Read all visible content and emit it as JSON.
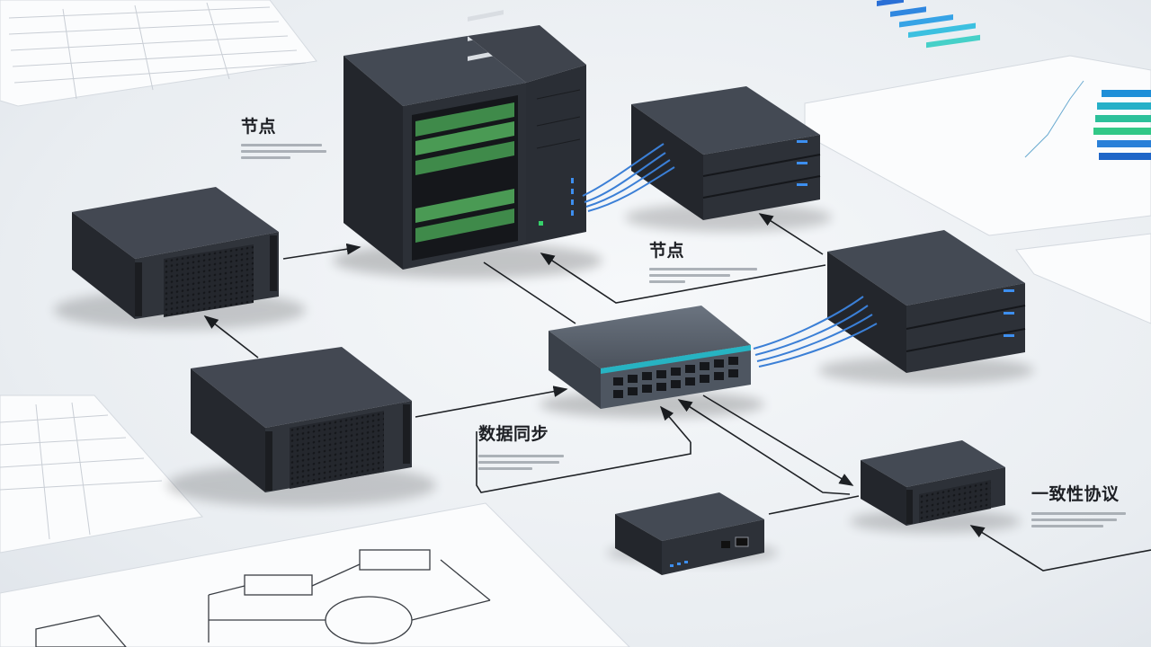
{
  "labels": {
    "node_top": "节点",
    "node_right": "节点",
    "data_sync": "数据同步",
    "consistency_protocol": "一致性协议"
  },
  "colors": {
    "chassis": "#2f333b",
    "chassis_top": "#3e434c",
    "chassis_side": "#23262c",
    "arrow": "#1f2226",
    "cable": "#3b7fd6",
    "led_blue": "#3d8ff0",
    "pcb_green": "#3f8a4a",
    "switch_teal": "#27b3c2",
    "paper": "#fbfcfd"
  }
}
